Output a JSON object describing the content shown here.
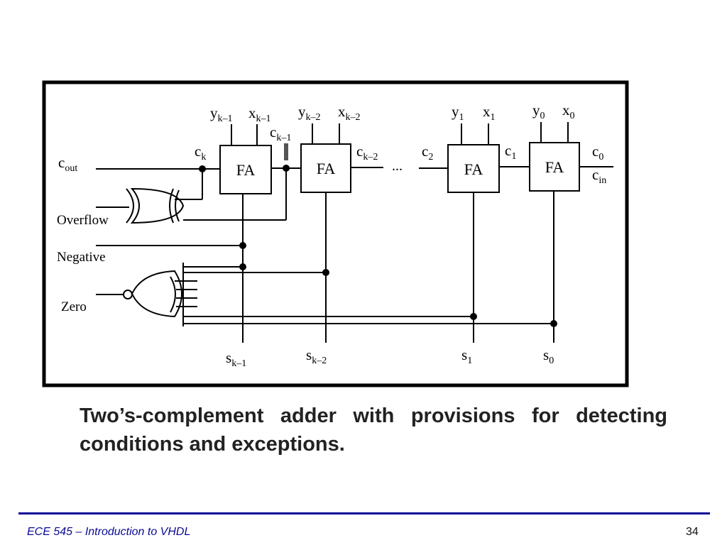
{
  "diagram": {
    "blocks": [
      "FA",
      "FA",
      "FA",
      "FA"
    ],
    "ellipsis": "...",
    "inputs": {
      "y_k1": {
        "base": "y",
        "sub": "k–1"
      },
      "x_k1": {
        "base": "x",
        "sub": "k–1"
      },
      "y_k2": {
        "base": "y",
        "sub": "k–2"
      },
      "x_k2": {
        "base": "x",
        "sub": "k–2"
      },
      "y_1": {
        "base": "y",
        "sub": "1"
      },
      "x_1": {
        "base": "x",
        "sub": "1"
      },
      "y_0": {
        "base": "y",
        "sub": "0"
      },
      "x_0": {
        "base": "x",
        "sub": "0"
      }
    },
    "carries": {
      "c_k": {
        "base": "c",
        "sub": "k"
      },
      "c_k1": {
        "base": "c",
        "sub": "k–1"
      },
      "c_k2": {
        "base": "c",
        "sub": "k–2"
      },
      "c_2": {
        "base": "c",
        "sub": "2"
      },
      "c_1": {
        "base": "c",
        "sub": "1"
      },
      "c_0": {
        "base": "c",
        "sub": "0"
      },
      "c_in": {
        "base": "c",
        "sub": "in"
      },
      "c_out": {
        "base": "c",
        "sub": "out"
      }
    },
    "sums": {
      "s_k1": {
        "base": "s",
        "sub": "k–1"
      },
      "s_k2": {
        "base": "s",
        "sub": "k–2"
      },
      "s_1": {
        "base": "s",
        "sub": "1"
      },
      "s_0": {
        "base": "s",
        "sub": "0"
      }
    },
    "outputs": {
      "overflow": "Overflow",
      "negative": "Negative",
      "zero": "Zero"
    }
  },
  "caption": "Two’s-complement adder with provisions for detecting conditions and exceptions.",
  "footer": {
    "title": "ECE 545 – Introduction to VHDL",
    "page": "34"
  }
}
